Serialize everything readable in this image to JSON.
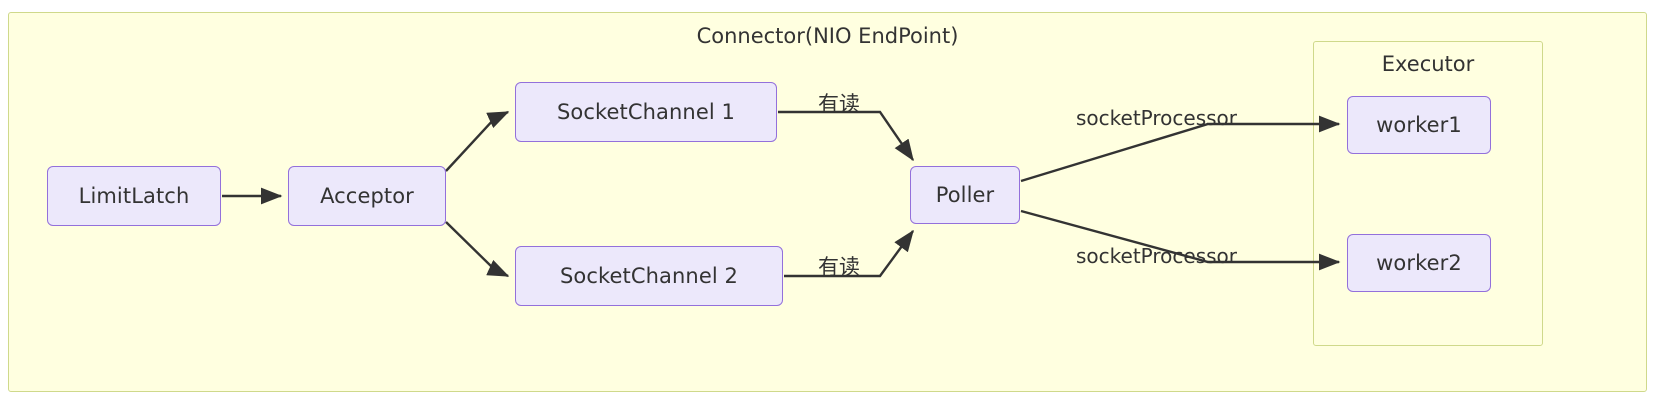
{
  "diagram": {
    "type": "flowchart",
    "direction": "left-to-right",
    "title": "Connector(NIO EndPoint)",
    "clusters": [
      {
        "id": "connector",
        "label": "Connector(NIO EndPoint)"
      },
      {
        "id": "executor",
        "label": "Executor"
      }
    ],
    "nodes": [
      {
        "id": "limitlatch",
        "label": "LimitLatch"
      },
      {
        "id": "acceptor",
        "label": "Acceptor"
      },
      {
        "id": "sc1",
        "label": "SocketChannel 1"
      },
      {
        "id": "sc2",
        "label": "SocketChannel 2"
      },
      {
        "id": "poller",
        "label": "Poller"
      },
      {
        "id": "worker1",
        "label": "worker1"
      },
      {
        "id": "worker2",
        "label": "worker2"
      }
    ],
    "edges": [
      {
        "from": "limitlatch",
        "to": "acceptor",
        "label": ""
      },
      {
        "from": "acceptor",
        "to": "sc1",
        "label": ""
      },
      {
        "from": "acceptor",
        "to": "sc2",
        "label": ""
      },
      {
        "from": "sc1",
        "to": "poller",
        "label": "有读"
      },
      {
        "from": "sc2",
        "to": "poller",
        "label": "有读"
      },
      {
        "from": "poller",
        "to": "worker1",
        "label": "socketProcessor"
      },
      {
        "from": "poller",
        "to": "worker2",
        "label": "socketProcessor"
      }
    ],
    "colors": {
      "cluster_fill": "#FFFFE0",
      "cluster_stroke": "#CFD98B",
      "node_fill": "#ECE8FB",
      "node_stroke": "#9370DB",
      "text": "#333333",
      "edge_stroke": "#333333",
      "page_background": "#FFFFFF"
    }
  }
}
